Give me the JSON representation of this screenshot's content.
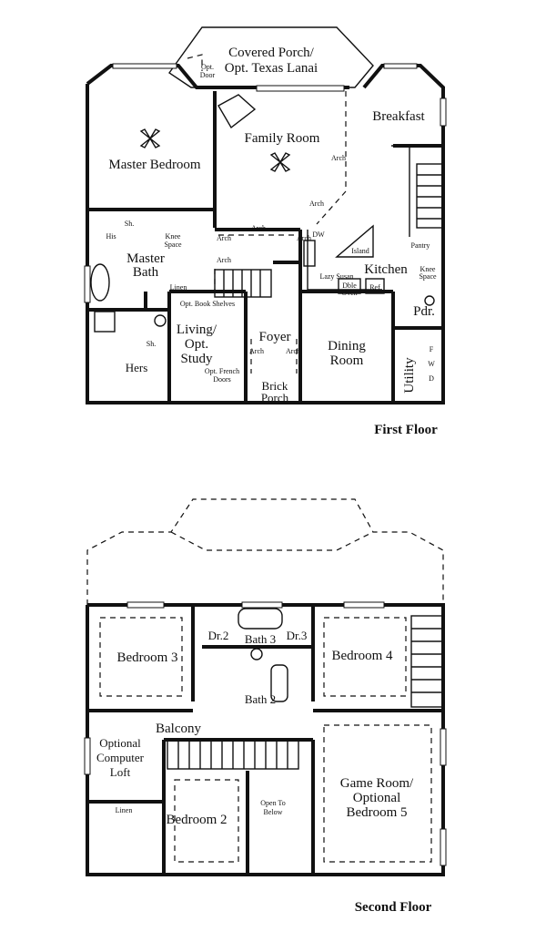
{
  "first_floor": {
    "caption": "First Floor",
    "rooms": {
      "covered_porch_1": "Covered Porch/",
      "covered_porch_2": "Opt. Texas Lanai",
      "opt_door_1": "Opt.",
      "opt_door_2": "Door",
      "breakfast": "Breakfast",
      "family_room": "Family Room",
      "master_bedroom": "Master Bedroom",
      "his": "His",
      "sh_his": "Sh.",
      "knee_space_1a": "Knee",
      "knee_space_1b": "Space",
      "master_bath_1": "Master",
      "master_bath_2": "Bath",
      "linen": "Linen",
      "hers": "Hers",
      "sh_hers": "Sh.",
      "opt_book_shelves": "Opt. Book Shelves",
      "living_1": "Living/",
      "living_2": "Opt.",
      "living_3": "Study",
      "opt_french_1": "Opt. French",
      "opt_french_2": "Doors",
      "foyer": "Foyer",
      "brick_porch_1": "Brick",
      "brick_porch_2": "Porch",
      "dining_1": "Dining",
      "dining_2": "Room",
      "kitchen": "Kitchen",
      "island": "Island",
      "dw": "DW",
      "lazy_susan": "Lazy Susan",
      "dble_oven_1": "Dble",
      "dble_oven_2": "Oven",
      "ref": "Ref",
      "pantry": "Pantry",
      "knee_space_2a": "Knee",
      "knee_space_2b": "Space",
      "pdr": "Pdr.",
      "utility": "Utility",
      "f": "F",
      "w": "W",
      "d": "D"
    },
    "arches": [
      "Arch",
      "Arch",
      "Arch",
      "Arch",
      "Arch",
      "Arch",
      "Arch",
      "Arch"
    ]
  },
  "second_floor": {
    "caption": "Second Floor",
    "rooms": {
      "bedroom3": "Bedroom 3",
      "dr2": "Dr.2",
      "bath3": "Bath 3",
      "dr3": "Dr.3",
      "bedroom4": "Bedroom 4",
      "bath2": "Bath 2",
      "balcony": "Balcony",
      "loft_1": "Optional",
      "loft_2": "Computer",
      "loft_3": "Loft",
      "linen": "Linen",
      "bedroom2": "Bedroom 2",
      "open_below_1": "Open To",
      "open_below_2": "Below",
      "game_1": "Game Room/",
      "game_2": "Optional",
      "game_3": "Bedroom 5"
    }
  }
}
